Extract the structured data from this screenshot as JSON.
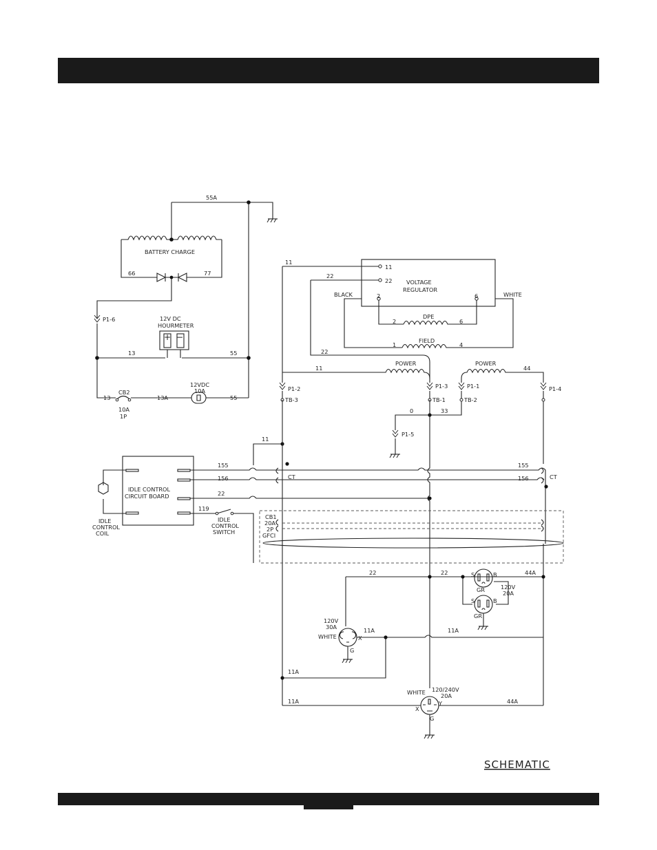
{
  "title": "SCHEMATIC",
  "colors": {
    "bars": "#1a1a1a",
    "lines": "#222222"
  },
  "wires": [
    "55A",
    "55",
    "13",
    "13A",
    "66",
    "77",
    "11",
    "22",
    "155",
    "156",
    "119",
    "0",
    "33",
    "44",
    "11A",
    "22",
    "44A"
  ],
  "components": {
    "battery_charge": "BATTERY CHARGE",
    "hourmeter": [
      "12V DC",
      "HOURMETER"
    ],
    "hourmeter_signs": [
      "+",
      "−"
    ],
    "fuse": [
      "12VDC",
      "10A"
    ],
    "cb2": [
      "CB2",
      "10A",
      "1P"
    ],
    "voltage_regulator": [
      "VOLTAGE",
      "REGULATOR"
    ],
    "vr_terminals": [
      "11",
      "22",
      "2",
      "6"
    ],
    "black": "BLACK",
    "white": "WHITE",
    "dpe": "DPE",
    "dpe_ends": [
      "2",
      "6"
    ],
    "field": "FIELD",
    "field_ends": [
      "1",
      "4"
    ],
    "power": "POWER",
    "idle_board": [
      "IDLE CONTROL",
      "CIRCUIT BOARD"
    ],
    "idle_coil": [
      "IDLE",
      "CONTROL",
      "COIL"
    ],
    "idle_switch": [
      "IDLE",
      "CONTROL",
      "SWITCH"
    ],
    "ct": "CT",
    "cb1": [
      "CB1",
      "20A",
      "2P",
      "GFCI"
    ],
    "rec_20a": [
      "120V",
      "20A"
    ],
    "rec_30a": [
      "120V",
      "30A"
    ],
    "rec_240": [
      "120/240V",
      "20A"
    ],
    "rec_letters": {
      "s": "S",
      "b": "B",
      "gr": "GR",
      "x": "X",
      "y": "Y",
      "g": "G",
      "white": "WHITE"
    }
  },
  "connectors": [
    "P1-6",
    "P1-2",
    "P1-3",
    "P1-1",
    "P1-4",
    "P1-5",
    "TB-3",
    "TB-1",
    "TB-2"
  ]
}
